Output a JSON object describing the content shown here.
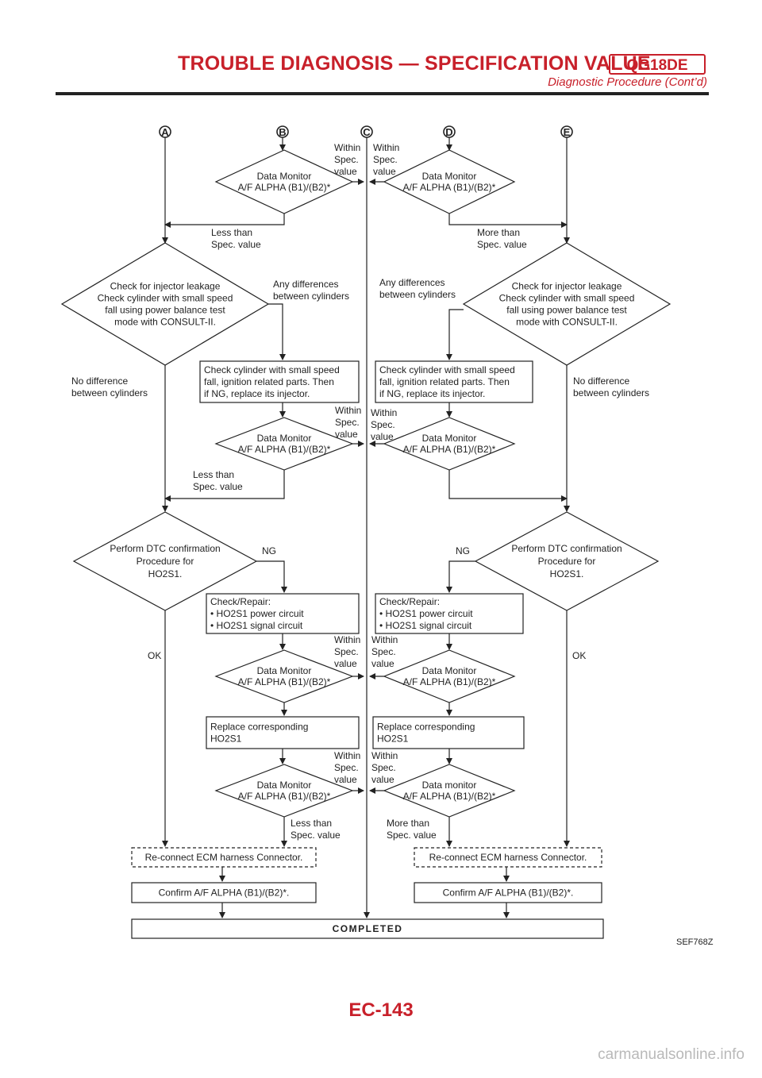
{
  "header": {
    "title": "TROUBLE DIAGNOSIS — SPECIFICATION VALUE",
    "engine_code": "QG18DE",
    "subtitle": "Diagnostic Procedure (Cont’d)",
    "accent_color": "#c8202a"
  },
  "connectors": [
    "A",
    "B",
    "C",
    "D",
    "E"
  ],
  "diamonds": {
    "data_monitor_l1": [
      "Data Monitor",
      "A/F ALPHA (B1)/(B2)*"
    ],
    "data_monitor_r1": [
      "Data Monitor",
      "A/F ALPHA (B1)/(B2)*"
    ],
    "injector_l": [
      "Check for injector leakage",
      "Check cylinder with small speed",
      "fall using power balance test",
      "mode with CONSULT-II."
    ],
    "injector_r": [
      "Check for injector leakage",
      "Check cylinder with small speed",
      "fall using power balance test",
      "mode with CONSULT-II."
    ],
    "data_monitor_l2": [
      "Data Monitor",
      "A/F ALPHA (B1)/(B2)*"
    ],
    "data_monitor_r2": [
      "Data Monitor",
      "A/F ALPHA (B1)/(B2)*"
    ],
    "dtc_l": [
      "Perform DTC confirmation",
      "Procedure for",
      "HO2S1."
    ],
    "dtc_r": [
      "Perform DTC confirmation",
      "Procedure for",
      "HO2S1."
    ],
    "data_monitor_l3": [
      "Data Monitor",
      "A/F ALPHA (B1)/(B2)*"
    ],
    "data_monitor_r3": [
      "Data Monitor",
      "A/F ALPHA (B1)/(B2)*"
    ],
    "data_monitor_l4": [
      "Data Monitor",
      "A/F ALPHA (B1)/(B2)*"
    ],
    "data_monitor_r4": [
      "Data monitor",
      "A/F ALPHA (B1)/(B2)*"
    ]
  },
  "boxes": {
    "ignition_l": [
      "Check cylinder with small speed",
      "fall, ignition related parts. Then",
      "if NG, replace its injector."
    ],
    "ignition_r": [
      "Check cylinder with small speed",
      "fall, ignition related parts. Then",
      "if NG, replace its injector."
    ],
    "repair_l": [
      "Check/Repair:",
      "• HO2S1 power circuit",
      "• HO2S1 signal circuit"
    ],
    "repair_r": [
      "Check/Repair:",
      "• HO2S1 power circuit",
      "• HO2S1 signal circuit"
    ],
    "replace_l": [
      "Replace corresponding",
      "HO2S1"
    ],
    "replace_r": [
      "Replace corresponding",
      "HO2S1"
    ],
    "reconnect_l": "Re-connect ECM harness Connector.",
    "reconnect_r": "Re-connect ECM harness Connector.",
    "confirm_l": "Confirm A/F ALPHA (B1)/(B2)*.",
    "confirm_r": "Confirm A/F ALPHA (B1)/(B2)*.",
    "completed": "COMPLETED"
  },
  "labels": {
    "within_l1": [
      "Within",
      "Spec.",
      "value"
    ],
    "within_r1": [
      "Within",
      "Spec.",
      "value"
    ],
    "less_l1": [
      "Less than",
      "Spec. value"
    ],
    "more_r1": [
      "More than",
      "Spec. value"
    ],
    "anydiff_l": [
      "Any differences",
      "between cylinders"
    ],
    "anydiff_r": [
      "Any differences",
      "between cylinders"
    ],
    "nodiff_l": [
      "No difference",
      "between cylinders"
    ],
    "nodiff_r": [
      "No difference",
      "between cylinders"
    ],
    "within_l2": [
      "Within",
      "Spec.",
      "value"
    ],
    "within_r2": [
      "Within",
      "Spec.",
      "value"
    ],
    "less_l2": [
      "Less than",
      "Spec. value"
    ],
    "ng_l": "NG",
    "ng_r": "NG",
    "ok_l": "OK",
    "ok_r": "OK",
    "within_l3": [
      "Within",
      "Spec.",
      "value"
    ],
    "within_r3": [
      "Within",
      "Spec.",
      "value"
    ],
    "within_l4": [
      "Within",
      "Spec.",
      "value"
    ],
    "within_r4": [
      "Within",
      "Spec.",
      "value"
    ],
    "less_l4": [
      "Less than",
      "Spec. value"
    ],
    "more_r4": [
      "More than",
      "Spec. value"
    ]
  },
  "figure_code": "SEF768Z",
  "page_number": "EC-143",
  "watermark": "carmanualsonline.info"
}
